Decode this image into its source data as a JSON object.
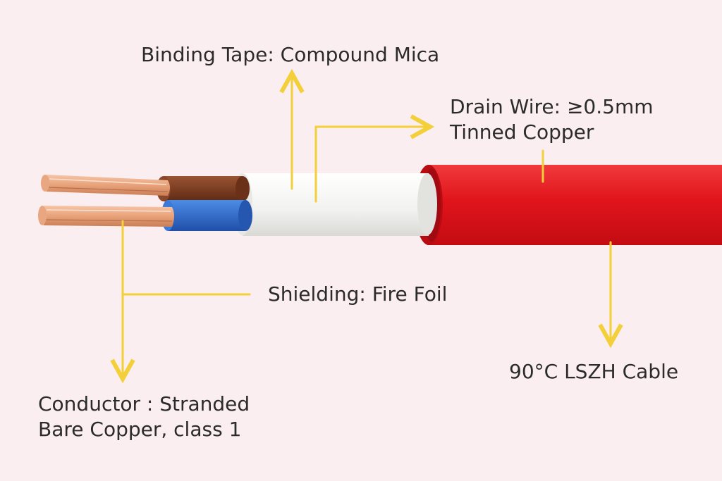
{
  "colors": {
    "background": "#fbeef0",
    "leader_line": "#f3cf3a",
    "sheath_red": "#e0141b",
    "shield_white": "#f1f1ef",
    "core_brown": "#7a3a1f",
    "core_blue": "#2f6fd0",
    "copper": "#e8a27a"
  },
  "labels": {
    "binding_tape": "Binding Tape: Compound Mica",
    "drain_wire_line1": "Drain Wire: ≥0.5mm",
    "drain_wire_line2": "Tinned Copper",
    "shielding": "Shielding: Fire Foil",
    "sheath": "90°C LSZH Cable",
    "conductor_line1": "Conductor : Stranded",
    "conductor_line2": "Bare Copper, class 1"
  }
}
